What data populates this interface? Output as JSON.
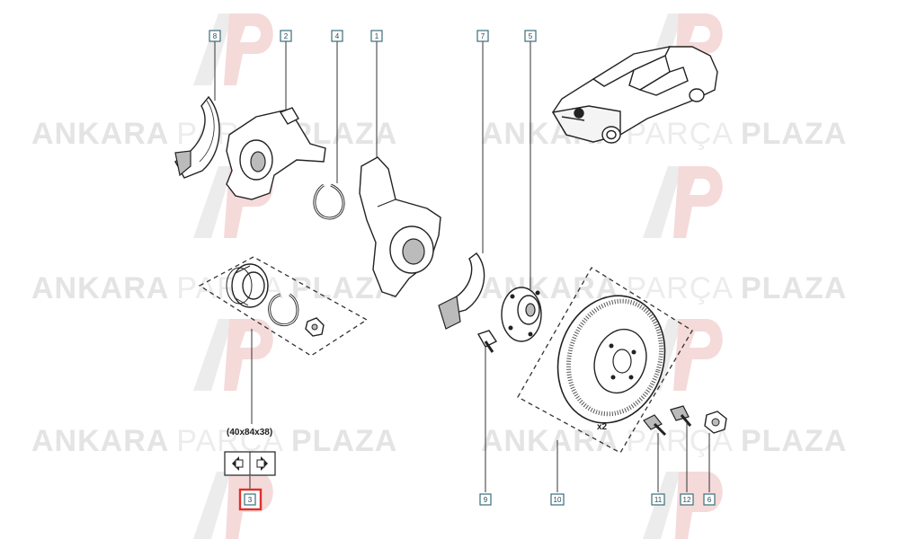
{
  "watermark": {
    "brand_left": "ANKARA",
    "brand_mid": "PARÇA",
    "brand_right": "PLAZA"
  },
  "callouts": {
    "c8": "8",
    "c2": "2",
    "c4": "4",
    "c1": "1",
    "c7": "7",
    "c5": "5",
    "c3": "3",
    "c9": "9",
    "c10": "10",
    "c11": "11",
    "c12": "12",
    "c6": "6"
  },
  "labels": {
    "bearing_dimensions": "(40x84x38)",
    "disc_quantity": "x2"
  },
  "highlight": {
    "selected_part": "3",
    "color": "#e0302a"
  },
  "colors": {
    "watermark_gray": "#e6e6e6",
    "watermark_red": "#f6e0e0",
    "callout_border": "#3a6f7a"
  }
}
